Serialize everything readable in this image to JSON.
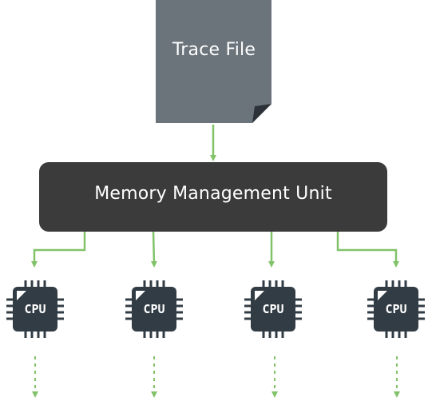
{
  "trace_file": {
    "label": "Trace File"
  },
  "mmu": {
    "label": "Memory Management Unit"
  },
  "cpus": [
    {
      "label": "CPU"
    },
    {
      "label": "CPU"
    },
    {
      "label": "CPU"
    },
    {
      "label": "CPU"
    }
  ],
  "colors": {
    "document": "#6b737b",
    "mmu": "#3b3b3b",
    "chip": "#323c45",
    "connector": "#82c36a"
  }
}
